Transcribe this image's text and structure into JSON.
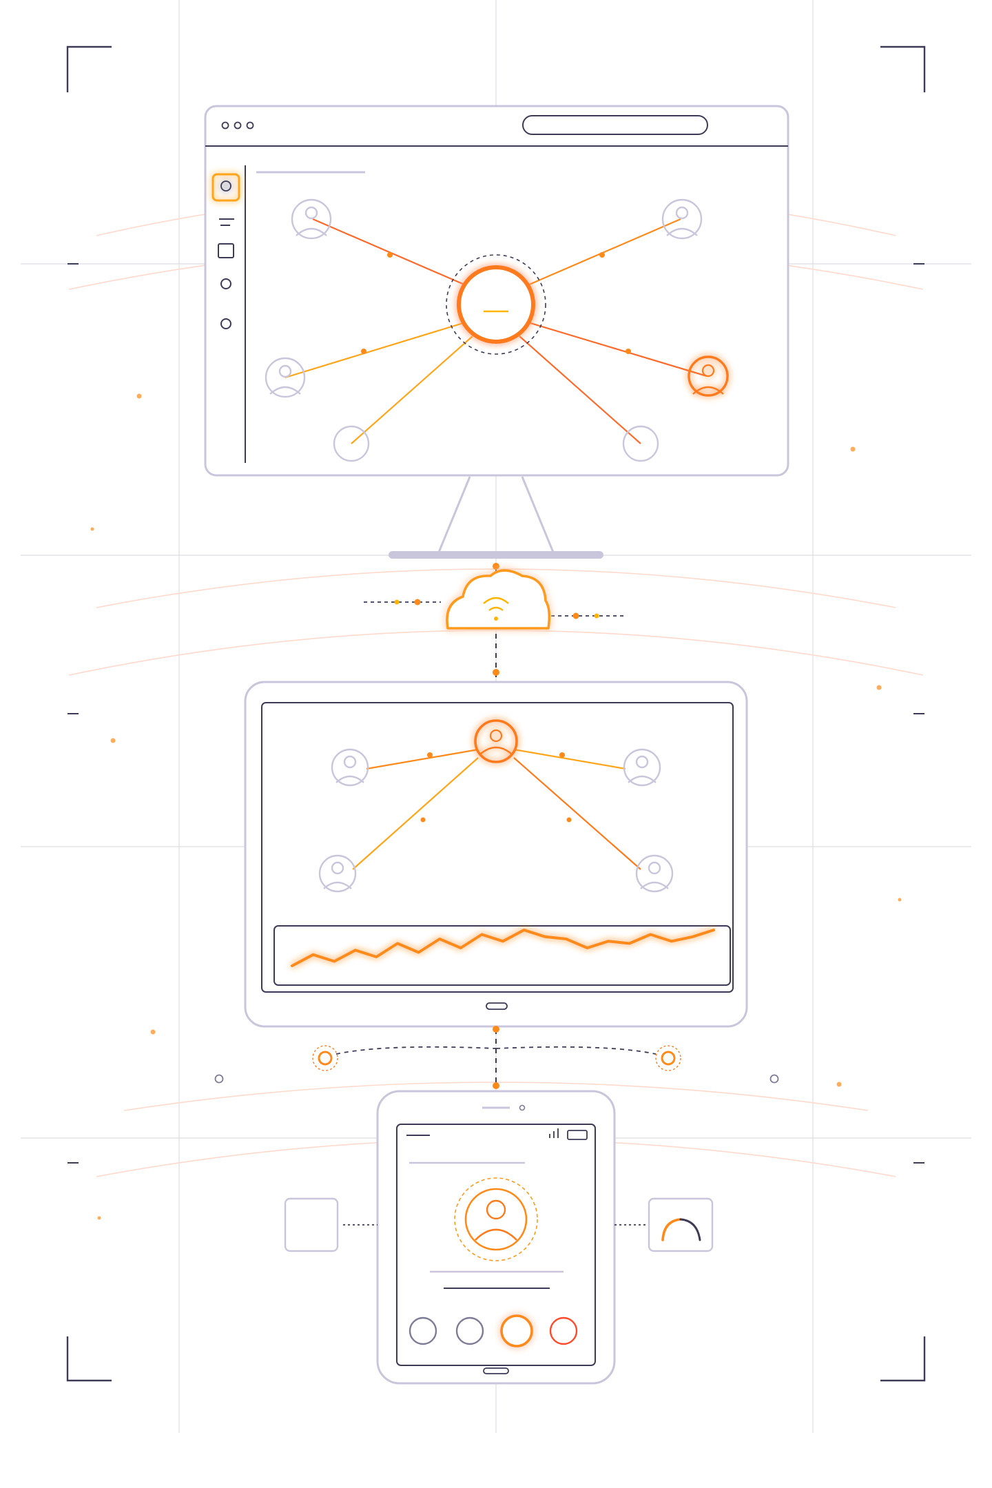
{
  "colors": {
    "background": "#ffffff",
    "device_outline": "#c9c6dc",
    "dark_outline": "#3d3a55",
    "guide_line": "#dcdce4",
    "accent_orange": "#ff7a1a",
    "accent_yellow": "#ffb400",
    "accent_red": "#ff4a2a",
    "arc_pink": "#ffd9cc"
  },
  "desktop": {
    "window_dots": 3,
    "sidebar_icons": [
      "profile-square-icon",
      "menu-lines-icon",
      "window-square-icon",
      "circle-icon",
      "circle-icon"
    ],
    "network": {
      "hub": "central-hub-icon",
      "nodes": [
        "user-top-left",
        "user-top-right",
        "user-mid-left",
        "user-mid-right-active",
        "node-bottom-left",
        "node-bottom-right"
      ]
    }
  },
  "cloud": {
    "icon": "wifi-icon"
  },
  "tablet": {
    "network": {
      "hub": "user-hub-active",
      "nodes": [
        "user-upper-left",
        "user-upper-right",
        "user-lower-left",
        "user-lower-right"
      ]
    },
    "sparkline": {
      "values": [
        10,
        20,
        14,
        24,
        18,
        30,
        22,
        34,
        26,
        38,
        32,
        42,
        36,
        34,
        26,
        32,
        30,
        38,
        32,
        36,
        42
      ]
    }
  },
  "phone": {
    "status_icons": [
      "signal-bars-icon",
      "battery-icon"
    ],
    "profile_icon": "user-avatar-icon",
    "action_buttons": [
      "action-button-1",
      "action-button-2",
      "action-button-active",
      "action-button-alert"
    ]
  },
  "side_widgets": {
    "left": "blank-card",
    "right": "gauge-card"
  }
}
